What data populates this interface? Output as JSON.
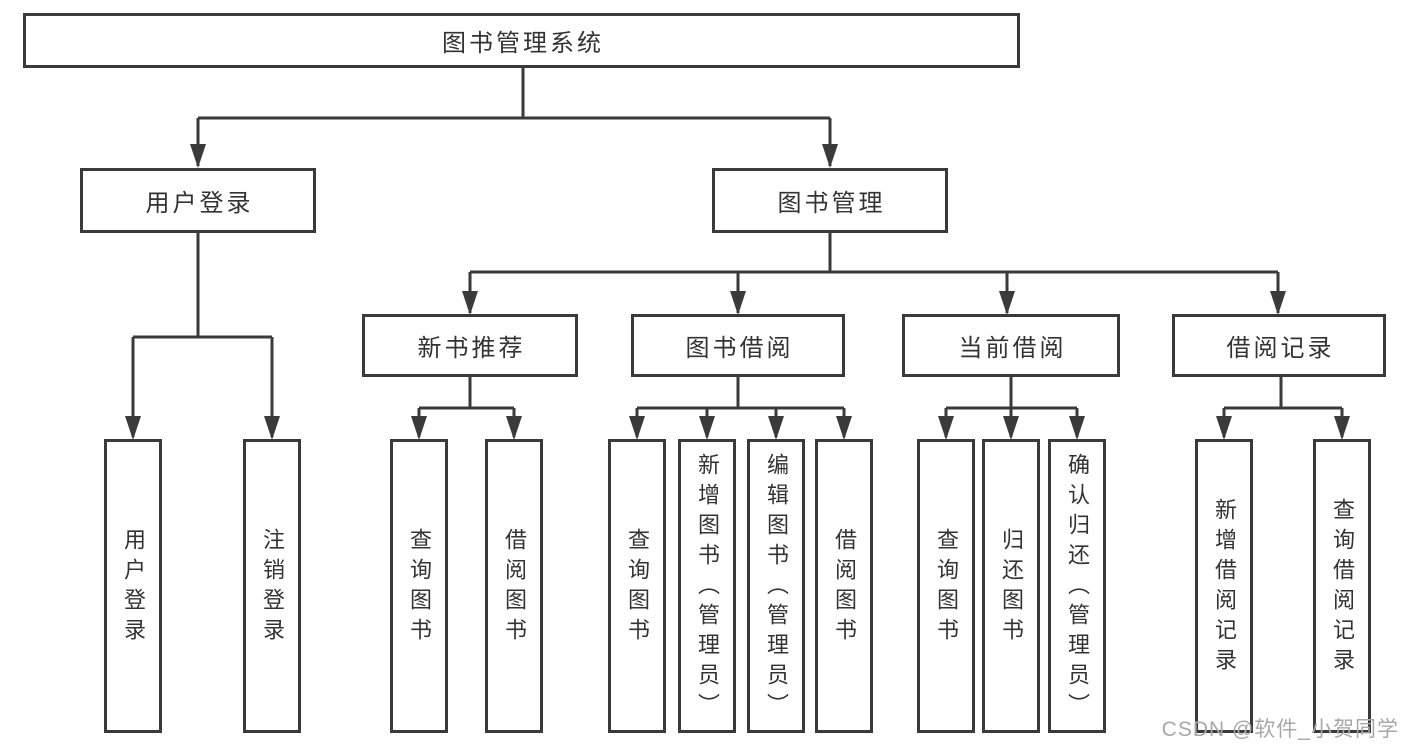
{
  "diagram": {
    "root": {
      "label": "图书管理系统"
    },
    "level2": [
      {
        "label": "用户登录"
      },
      {
        "label": "图书管理"
      }
    ],
    "level3": [
      {
        "label": "新书推荐"
      },
      {
        "label": "图书借阅"
      },
      {
        "label": "当前借阅"
      },
      {
        "label": "借阅记录"
      }
    ],
    "leaves": [
      {
        "label": "用户登录"
      },
      {
        "label": "注销登录"
      },
      {
        "label": "查询图书"
      },
      {
        "label": "借阅图书"
      },
      {
        "label": "查询图书"
      },
      {
        "label": "新增图书（管理员）"
      },
      {
        "label": "编辑图书（管理员）"
      },
      {
        "label": "借阅图书"
      },
      {
        "label": "查询图书"
      },
      {
        "label": "归还图书"
      },
      {
        "label": "确认归还（管理员）"
      },
      {
        "label": "新增借阅记录"
      },
      {
        "label": "查询借阅记录"
      }
    ]
  },
  "watermark": {
    "text": "CSDN @软件_小贺同学"
  },
  "colors": {
    "line": "#3a3a3a",
    "text": "#333333",
    "watermark": "#a8a8a8",
    "background": "#ffffff"
  }
}
